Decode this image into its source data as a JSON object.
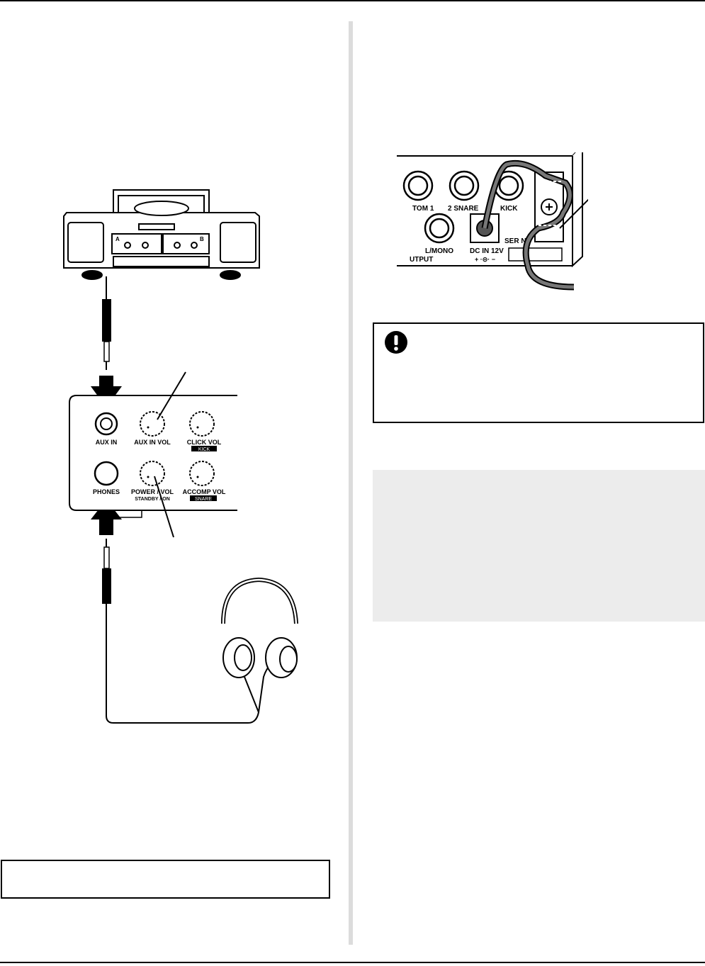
{
  "panel_labels": {
    "aux_in": "AUX  IN",
    "aux_in_vol": "AUX  IN  VOL",
    "click_vol": "CLICK  VOL",
    "kick": "KICK",
    "phones": "PHONES",
    "power_vol": "POWER / VOL",
    "standby_on": "STANDBY / ON",
    "accomp_vol": "ACCOMP  VOL",
    "snare": "SNARE"
  },
  "boombox_labels": {
    "a": "A",
    "b": "B"
  },
  "rear_panel_labels": {
    "tom1": "TOM 1",
    "snare2": "2  SNARE",
    "kick": "KICK",
    "l_mono": "L/MONO",
    "output": "UTPUT",
    "dc_in": "DC IN 12V",
    "polarity": "+ ·⊝· −",
    "ser_no": "SER N"
  },
  "colors": {
    "divider": "#dcdcdc",
    "gray_box": "#ececec",
    "ink": "#000000"
  },
  "icons": {
    "warning": "exclamation-icon"
  }
}
